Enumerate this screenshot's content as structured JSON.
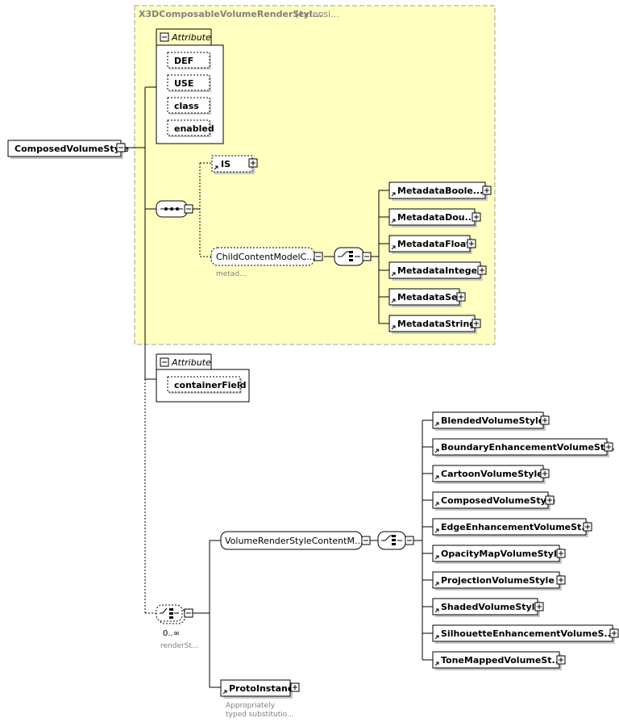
{
  "root": {
    "label": "ComposedVolumeStyle"
  },
  "base_type": {
    "label": "X3DComposableVolumeRenderStyl...",
    "suffix": "(extensi..."
  },
  "attribute_group_1": {
    "title": "Attribute",
    "items": [
      "DEF",
      "USE",
      "class",
      "enabled"
    ]
  },
  "is_element": {
    "label": "IS"
  },
  "child_content": {
    "label": "ChildContentModelC...",
    "caption": "metad..."
  },
  "metadata_choices": [
    "MetadataBoole...",
    "MetadataDou...",
    "MetadataFloat",
    "MetadataInteger",
    "MetadataSet",
    "MetadataString"
  ],
  "attribute_group_2": {
    "title": "Attribute",
    "items": [
      "containerField"
    ]
  },
  "render_choice": {
    "cardinality": "0..∞",
    "caption": "renderSt..."
  },
  "volume_group": {
    "label": "VolumeRenderStyleContentM..."
  },
  "volume_styles": [
    "BlendedVolumeStyle",
    "BoundaryEnhancementVolumeSt...",
    "CartoonVolumeStyle",
    "ComposedVolumeStyle",
    "EdgeEnhancementVolumeSt...",
    "OpacityMapVolumeStyle",
    "ProjectionVolumeStyle",
    "ShadedVolumeStyle",
    "SilhouetteEnhancementVolumeS...",
    "ToneMappedVolumeSt..."
  ],
  "proto_instance": {
    "label": "ProtoInstance",
    "caption_line1": "Appropriately",
    "caption_line2": "typed substitutio..."
  },
  "colors": {
    "base_fill": "#ffffc0",
    "base_border": "#a0a0a0",
    "shadow": "#c8c8c8"
  }
}
